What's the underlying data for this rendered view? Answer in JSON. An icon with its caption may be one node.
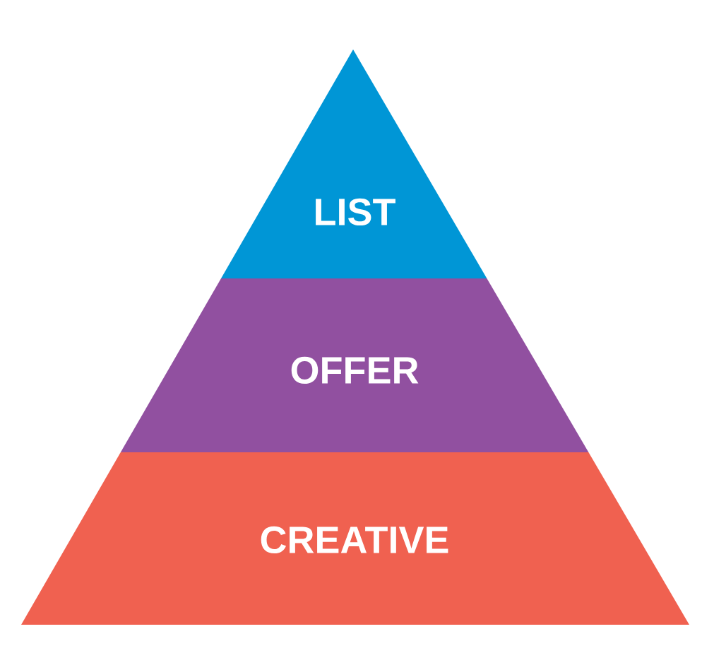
{
  "diagram": {
    "nodes": [
      {
        "text": [
          "LIST"
        ]
      },
      {
        "text": [
          "OFFER"
        ]
      },
      {
        "text": [
          "CREATIVE"
        ]
      }
    ]
  }
}
